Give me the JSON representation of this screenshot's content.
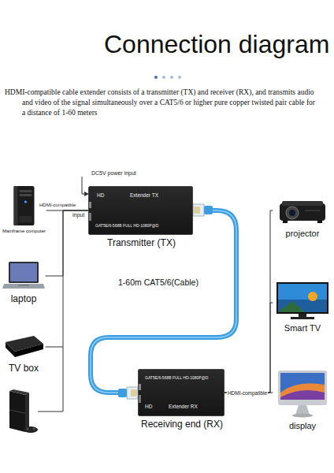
{
  "diagram": {
    "title": "Connection diagram",
    "nodes": [
      {
        "text": [
          "Mainframe computer"
        ]
      },
      {
        "text": [
          "laptop"
        ]
      },
      {
        "text": [
          "TV box"
        ]
      },
      {
        "text": [
          "HD",
          "Extender TX",
          "GAT5E/6-568B FULL HD-1080P@D",
          "Transmitter (TX)"
        ]
      },
      {
        "text": [
          "HD",
          "Extender RX",
          "GAT5E/6-568B FULL HD-1080P@D",
          "Receiving end (RX)"
        ]
      },
      {
        "text": [
          "projector"
        ]
      },
      {
        "text": [
          "Smart TV"
        ]
      },
      {
        "text": [
          "display"
        ]
      }
    ],
    "edges": [
      {
        "from": 0,
        "to": 3,
        "arrow": "none"
      },
      {
        "from": 1,
        "to": 3,
        "arrow": "none"
      },
      {
        "from": 2,
        "to": 3,
        "arrow": "none"
      },
      {
        "from": 3,
        "to": 4,
        "label": "1-60m CAT5/6(Cable)",
        "arrow": "none"
      },
      {
        "from": 4,
        "to": 5,
        "arrow": "none"
      },
      {
        "from": 4,
        "to": 6,
        "arrow": "none"
      },
      {
        "from": 4,
        "to": 7,
        "label": "HDMI-compatible",
        "arrow": "none"
      }
    ],
    "labels": [
      "HDMI-compatible cable extender consists of a transmitter (TX) and receiver (RX), and transmits audio and video of the signal simultaneously over a CAT5/6 or higher pure copper twisted pair cable for a distance of 1-60 meters",
      "DC5V power input",
      "HDMI-compatible",
      "input"
    ]
  }
}
